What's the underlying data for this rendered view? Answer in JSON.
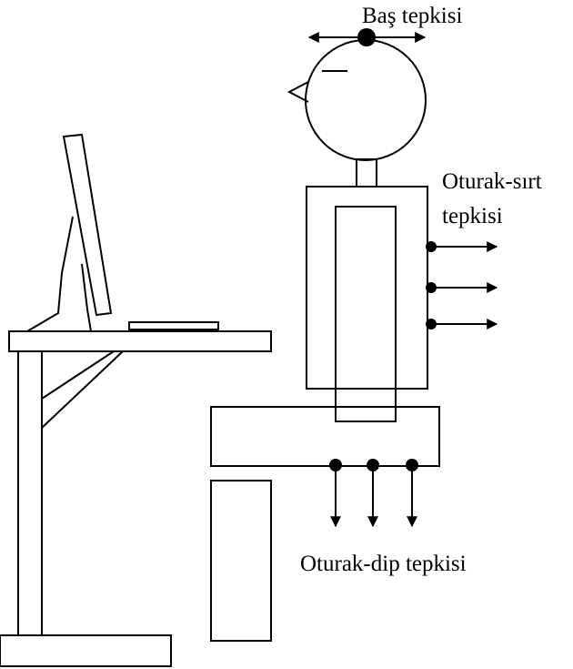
{
  "labels": {
    "head": "Baş tepkisi",
    "back_line1": "Oturak-sırt",
    "back_line2": "tepkisi",
    "seat": "Oturak-dip tepkisi"
  },
  "colors": {
    "stroke": "#000000",
    "background": "#ffffff"
  }
}
